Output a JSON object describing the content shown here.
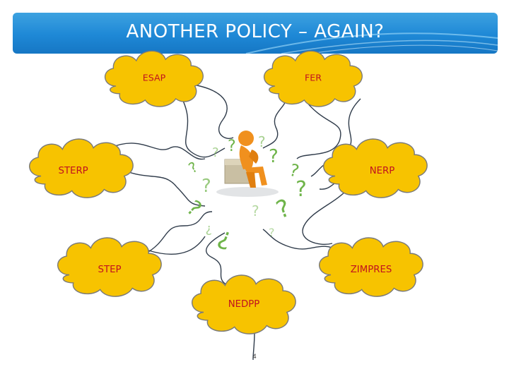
{
  "slide": {
    "title": "ANOTHER POLICY – AGAIN?",
    "page_number": "4"
  },
  "clouds": {
    "esap": "ESAP",
    "fer": "FER",
    "sterp": "STERP",
    "nerp": "NERP",
    "step": "STEP",
    "zimpres": "ZIMPRES",
    "nedpp": "NEDPP"
  },
  "colors": {
    "banner": "#1e88d6",
    "cloud_fill": "#f7c300",
    "cloud_stroke": "#7a7a7a",
    "cloud_text": "#c1121f",
    "connector": "#2f3b4a",
    "figure": "#f0901e",
    "question_marks": "#6fb44a"
  },
  "illustration": {
    "icon": "thinking-person-icon",
    "glyph": "?"
  }
}
